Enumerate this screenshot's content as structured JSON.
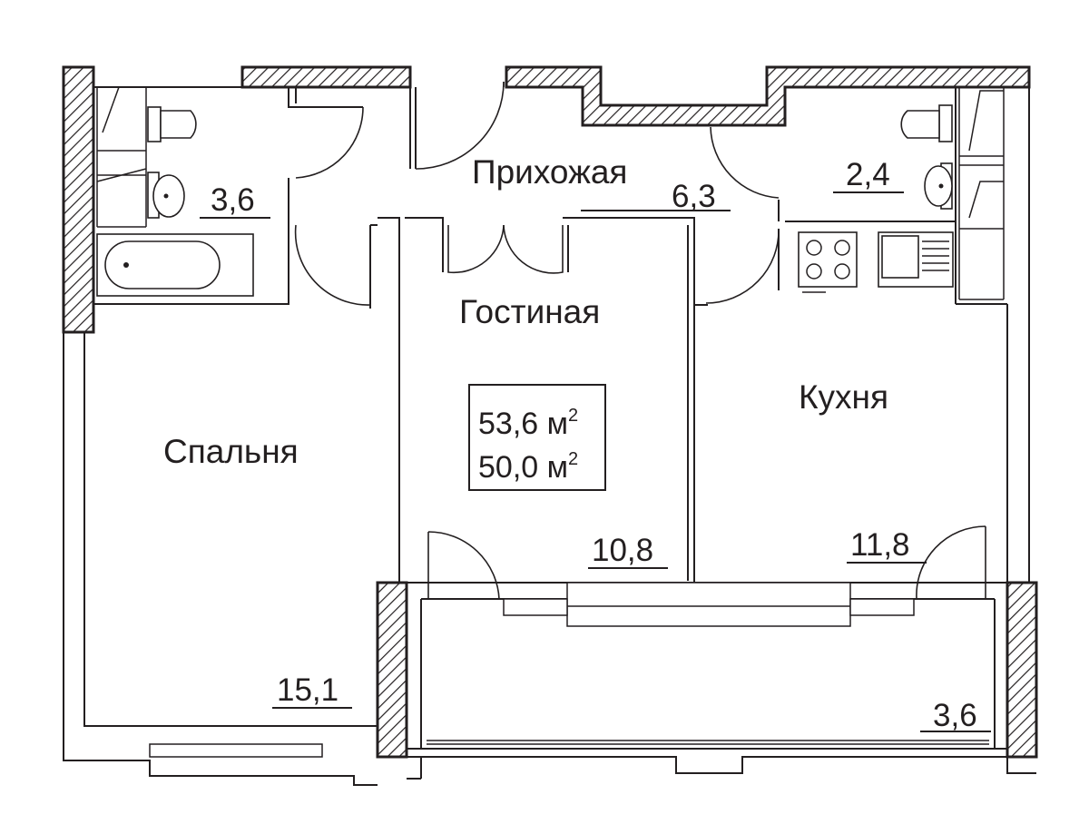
{
  "rooms": {
    "hallway": "Прихожая",
    "living": "Гостиная",
    "kitchen": "Кухня",
    "bedroom": "Спальня"
  },
  "areas": {
    "bathroom_left": "3,6",
    "bathroom_right": "2,4",
    "hallway": "6,3",
    "living": "10,8",
    "kitchen": "11,8",
    "bedroom": "15,1",
    "balcony": "3,6"
  },
  "totals": {
    "total_value": "53,6",
    "total_unit": "м",
    "total_sup": "2",
    "living_value": "50,0",
    "living_unit": "м",
    "living_sup": "2"
  }
}
